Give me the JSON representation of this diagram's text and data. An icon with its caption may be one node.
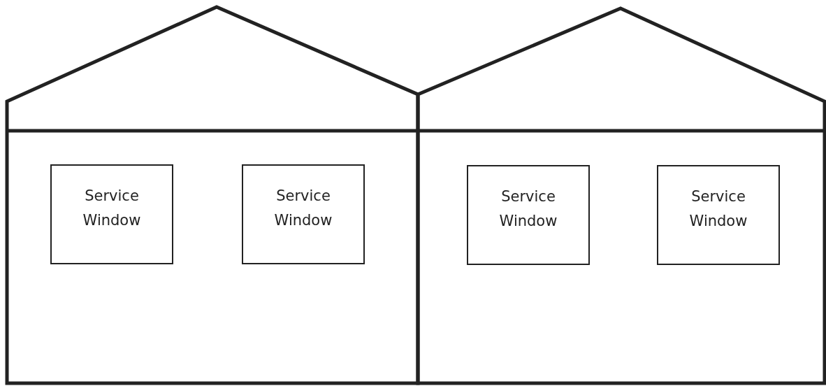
{
  "diagram": {
    "nodes": [
      {
        "text": [],
        "shape": "house"
      },
      {
        "text": [
          "Service Window"
        ],
        "in": 0
      },
      {
        "text": [
          "Service Window"
        ],
        "in": 0
      },
      {
        "text": [],
        "shape": "house"
      },
      {
        "text": [
          "Service Window"
        ],
        "in": 3
      },
      {
        "text": [
          "Service Window"
        ],
        "in": 3
      }
    ]
  }
}
